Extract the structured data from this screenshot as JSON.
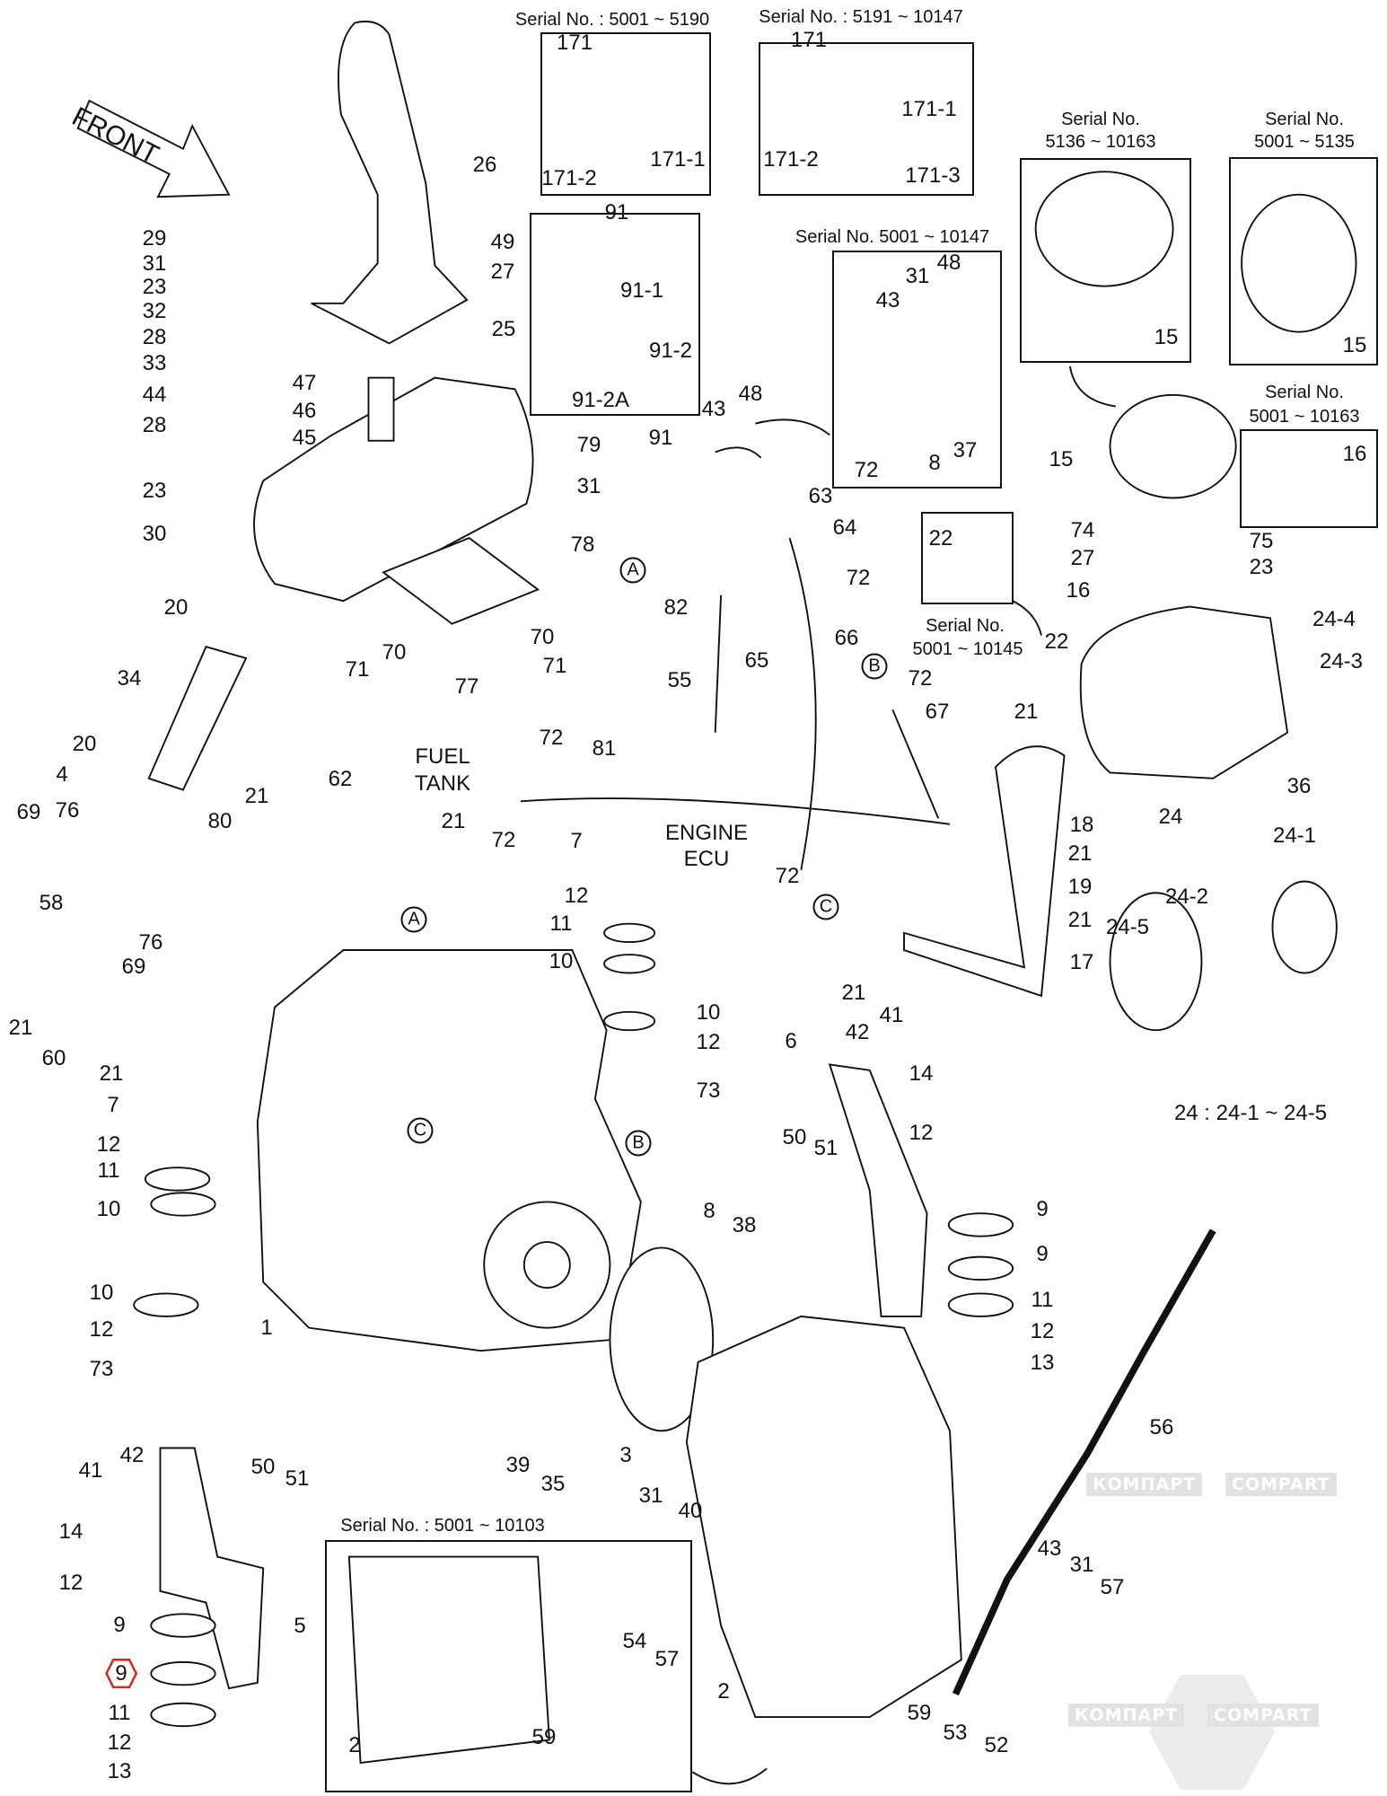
{
  "watermark": {
    "text_ru": "КОМПАРТ",
    "text_en": "COMPART"
  },
  "front_label": "FRONT",
  "fuel_tank": [
    "FUEL",
    "TANK"
  ],
  "engine_ecu": [
    "ENGINE",
    "ECU"
  ],
  "assembly_note": "24 : 24-1 ~ 24-5",
  "highlighted_part": "9",
  "serial_notes": [
    "Serial No. : 5001 ~ 5190",
    "Serial No. : 5191 ~ 10147",
    "Serial No. 5001 ~ 10147",
    "Serial No.",
    "5136 ~ 10163",
    "Serial No.",
    "5001 ~ 5135",
    "Serial No.",
    "5001 ~ 10163",
    "Serial No.",
    "5001 ~ 10145",
    "Serial No. : 5001 ~ 10103"
  ],
  "circled_refs": [
    "A",
    "A",
    "B",
    "B",
    "C",
    "C"
  ],
  "labels": [
    "171",
    "171-1",
    "171-2",
    "171",
    "171-1",
    "171-2",
    "171-3",
    "91",
    "91-1",
    "91-2",
    "91-2A",
    "31",
    "48",
    "43",
    "37",
    "72",
    "8",
    "15",
    "15",
    "16",
    "15",
    "22",
    "26",
    "49",
    "27",
    "25",
    "29",
    "31",
    "23",
    "32",
    "28",
    "33",
    "44",
    "28",
    "47",
    "46",
    "45",
    "23",
    "30",
    "20",
    "34",
    "20",
    "4",
    "69",
    "76",
    "58",
    "76",
    "69",
    "80",
    "21",
    "62",
    "21",
    "21",
    "60",
    "21",
    "71",
    "70",
    "77",
    "70",
    "71",
    "79",
    "31",
    "91",
    "43",
    "48",
    "63",
    "64",
    "78",
    "82",
    "72",
    "55",
    "65",
    "66",
    "72",
    "67",
    "72",
    "81",
    "72",
    "72",
    "7",
    "12",
    "11",
    "10",
    "10",
    "12",
    "73",
    "22",
    "74",
    "27",
    "16",
    "75",
    "23",
    "24-4",
    "24-3",
    "21",
    "36",
    "24",
    "18",
    "21",
    "19",
    "21",
    "17",
    "21",
    "24-1",
    "24-2",
    "24-5",
    "6",
    "42",
    "41",
    "14",
    "12",
    "50",
    "51",
    "9",
    "9",
    "11",
    "12",
    "13",
    "8",
    "38",
    "7",
    "12",
    "11",
    "10",
    "10",
    "12",
    "73",
    "1",
    "3",
    "39",
    "35",
    "31",
    "40",
    "56",
    "43",
    "31",
    "57",
    "2",
    "59",
    "53",
    "52",
    "41",
    "42",
    "50",
    "51",
    "14",
    "12",
    "9",
    "5",
    "11",
    "12",
    "13",
    "54",
    "57",
    "59",
    "2"
  ]
}
